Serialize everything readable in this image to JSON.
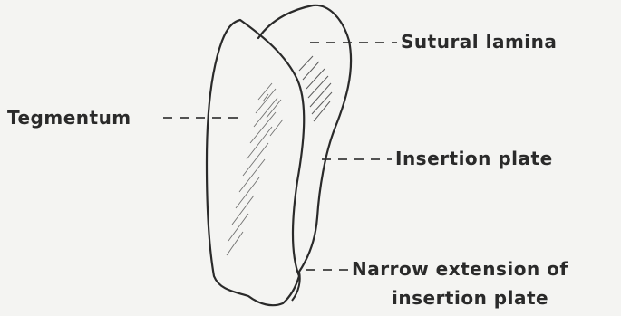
{
  "diagram": {
    "labels": {
      "sutural_lamina": "Sutural lamina",
      "tegmentum": "Tegmentum",
      "insertion_plate": "Insertion plate",
      "narrow_extension_line1": "Narrow extension of",
      "narrow_extension_line2": "insertion plate"
    },
    "colors": {
      "ink": "#2a2a2a",
      "paper": "#f4f4f2"
    }
  }
}
